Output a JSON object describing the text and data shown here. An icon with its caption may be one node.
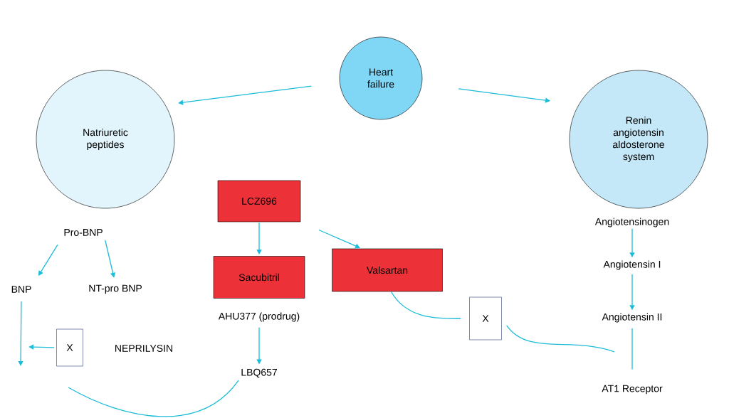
{
  "diagram": {
    "nodes": [
      {
        "text": [
          "Heart failure"
        ]
      },
      {
        "text": [
          "Natriuretic peptides"
        ]
      },
      {
        "text": [
          "Renin angiotensin aldosterone system"
        ]
      },
      {
        "text": [
          "LCZ696"
        ]
      },
      {
        "text": [
          "Sacubitril"
        ]
      },
      {
        "text": [
          "AHU377 (prodrug)"
        ]
      },
      {
        "text": [
          "LBQ657"
        ]
      },
      {
        "text": [
          "Valsartan"
        ]
      },
      {
        "text": [
          "Pro-BNP"
        ]
      },
      {
        "text": [
          "BNP"
        ]
      },
      {
        "text": [
          "NT-pro BNP"
        ]
      },
      {
        "text": [
          "X"
        ]
      },
      {
        "text": [
          "X"
        ]
      },
      {
        "text": [
          "Angiotensinogen"
        ]
      },
      {
        "text": [
          "Angiotensin I"
        ]
      },
      {
        "text": [
          "Angiotensin II"
        ]
      },
      {
        "text": [
          "AT1 Receptor"
        ]
      }
    ],
    "edges": [
      {
        "from": 0,
        "to": 1,
        "arrow": "to"
      },
      {
        "from": 0,
        "to": 2,
        "arrow": "to"
      },
      {
        "from": 3,
        "to": 4,
        "arrow": "to"
      },
      {
        "from": 3,
        "to": 7,
        "arrow": "to"
      },
      {
        "from": 5,
        "to": 6,
        "arrow": "to"
      },
      {
        "from": 8,
        "to": 9,
        "arrow": "to"
      },
      {
        "from": 8,
        "to": 10,
        "arrow": "to"
      },
      {
        "from": 9,
        "to": null,
        "arrow": "to"
      },
      {
        "from": 11,
        "to": null,
        "arrow": "to"
      },
      {
        "from": 6,
        "to": null,
        "arrow": "none"
      },
      {
        "from": 7,
        "to": 12,
        "arrow": "none"
      },
      {
        "from": 12,
        "to": null,
        "arrow": "none"
      },
      {
        "from": 13,
        "to": 14,
        "arrow": "to"
      },
      {
        "from": 14,
        "to": 15,
        "arrow": "to"
      },
      {
        "from": 15,
        "to": 16,
        "arrow": "none"
      }
    ],
    "labels": [
      "NEPRILYSIN"
    ]
  }
}
